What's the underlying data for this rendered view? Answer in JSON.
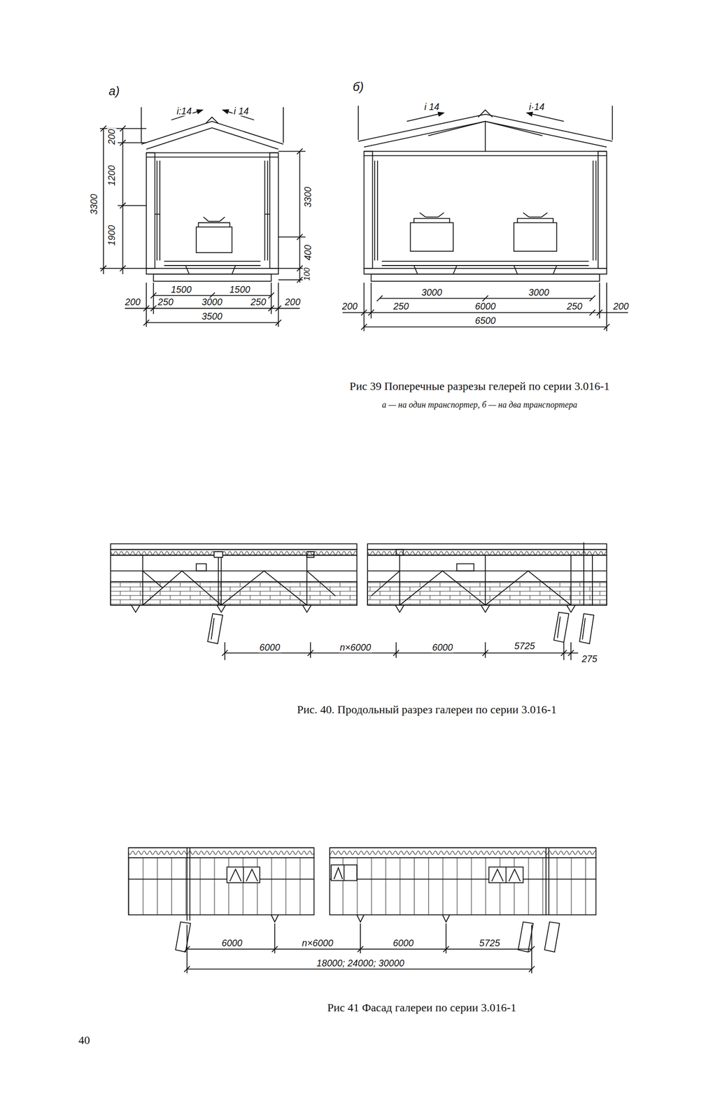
{
  "diagram": {
    "labels": [
      "а)",
      "i:14",
      "i 14",
      "200",
      "1200",
      "1900",
      "3300",
      "3300",
      "400",
      "100",
      "1500",
      "1500",
      "200",
      "250",
      "3000",
      "250",
      "200",
      "3500",
      "б)",
      "i 14",
      "i·14",
      "3000",
      "3000",
      "200",
      "250",
      "6000",
      "250",
      "200",
      "6500",
      "Рис 39 Поперечные разрезы гелерей по серии 3.016-1",
      "а — на один транспортер, б — на два транспортера",
      "6000",
      "n×6000",
      "6000",
      "5725",
      "275",
      "Рис. 40. Продольный разрез галереи по серии 3.016-1",
      "6000",
      "n×6000",
      "6000",
      "5725",
      "18000; 24000; 30000",
      "Рис 41 Фасад галереи по серии 3.016-1",
      "40"
    ]
  }
}
